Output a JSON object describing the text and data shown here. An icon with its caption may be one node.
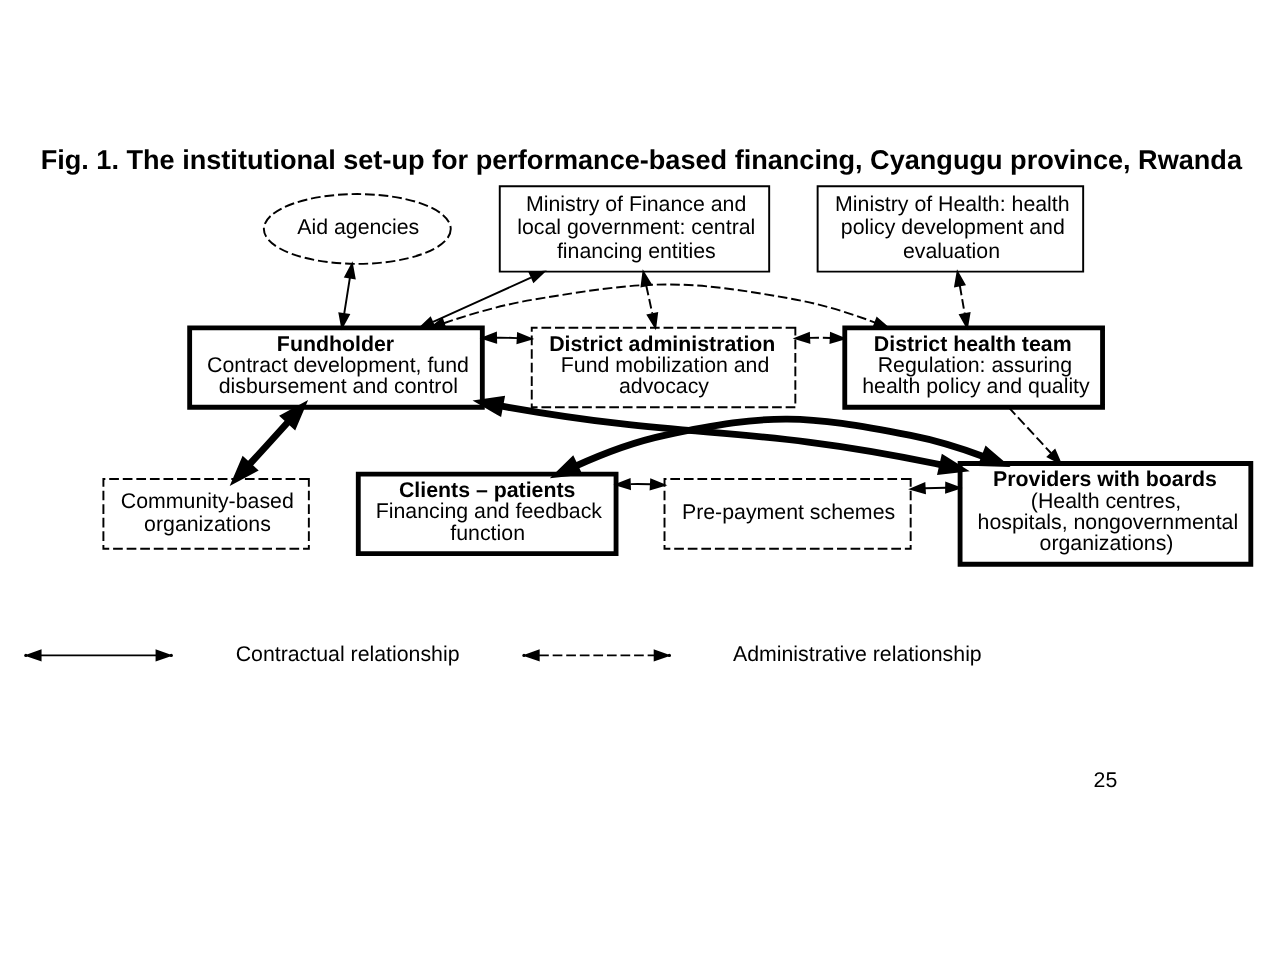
{
  "diagram": {
    "title": "Fig. 1. The institutional set-up for performance-based financing, Cyangugu province, Rwanda",
    "nodes": [
      {
        "text": [
          "Aid agencies"
        ]
      },
      {
        "text": [
          "Ministry of Finance and local government: central financing entities"
        ]
      },
      {
        "text": [
          "Ministry of Health: health policy development and evaluation"
        ]
      },
      {
        "text": [
          "District administration",
          "Fund mobilization and advocacy"
        ]
      },
      {
        "text": [
          "Fundholder",
          "Contract development, fund disbursement and control"
        ]
      },
      {
        "text": [
          "District health team",
          "Regulation: assuring health policy and quality"
        ]
      },
      {
        "text": [
          "Community-based organizations"
        ]
      },
      {
        "text": [
          "Clients – patients",
          "Financing and feedback function"
        ]
      },
      {
        "text": [
          "Pre-payment schemes"
        ]
      },
      {
        "text": [
          "Providers with boards",
          "(Health centres, hospitals, nongovernmental organizations)"
        ]
      }
    ],
    "edges": [
      {
        "from": 0,
        "to": 4,
        "arrow": "both"
      },
      {
        "from": 1,
        "to": 4,
        "arrow": "both"
      },
      {
        "from": 1,
        "to": 3,
        "arrow": "both",
        "style": "dashed"
      },
      {
        "from": 2,
        "to": 5,
        "arrow": "both",
        "style": "dashed"
      },
      {
        "from": 3,
        "to": 4,
        "arrow": "both"
      },
      {
        "from": 3,
        "to": 5,
        "arrow": "both",
        "style": "dashed"
      },
      {
        "from": 4,
        "to": 5,
        "arrow": "both",
        "style": "dashed"
      },
      {
        "from": 4,
        "to": 6,
        "arrow": "both",
        "style": "thick"
      },
      {
        "from": 4,
        "to": 9,
        "arrow": "both",
        "style": "thick"
      },
      {
        "from": 5,
        "to": 9,
        "arrow": "to",
        "style": "dashed"
      },
      {
        "from": 7,
        "to": 8,
        "arrow": "both"
      },
      {
        "from": 8,
        "to": 9,
        "arrow": "both"
      },
      {
        "from": 7,
        "to": 9,
        "arrow": "both",
        "style": "thick"
      }
    ],
    "labels": [
      "25"
    ],
    "legend": [
      {
        "text": "Contractual relationship"
      },
      {
        "text": "Administrative relationship"
      }
    ]
  }
}
